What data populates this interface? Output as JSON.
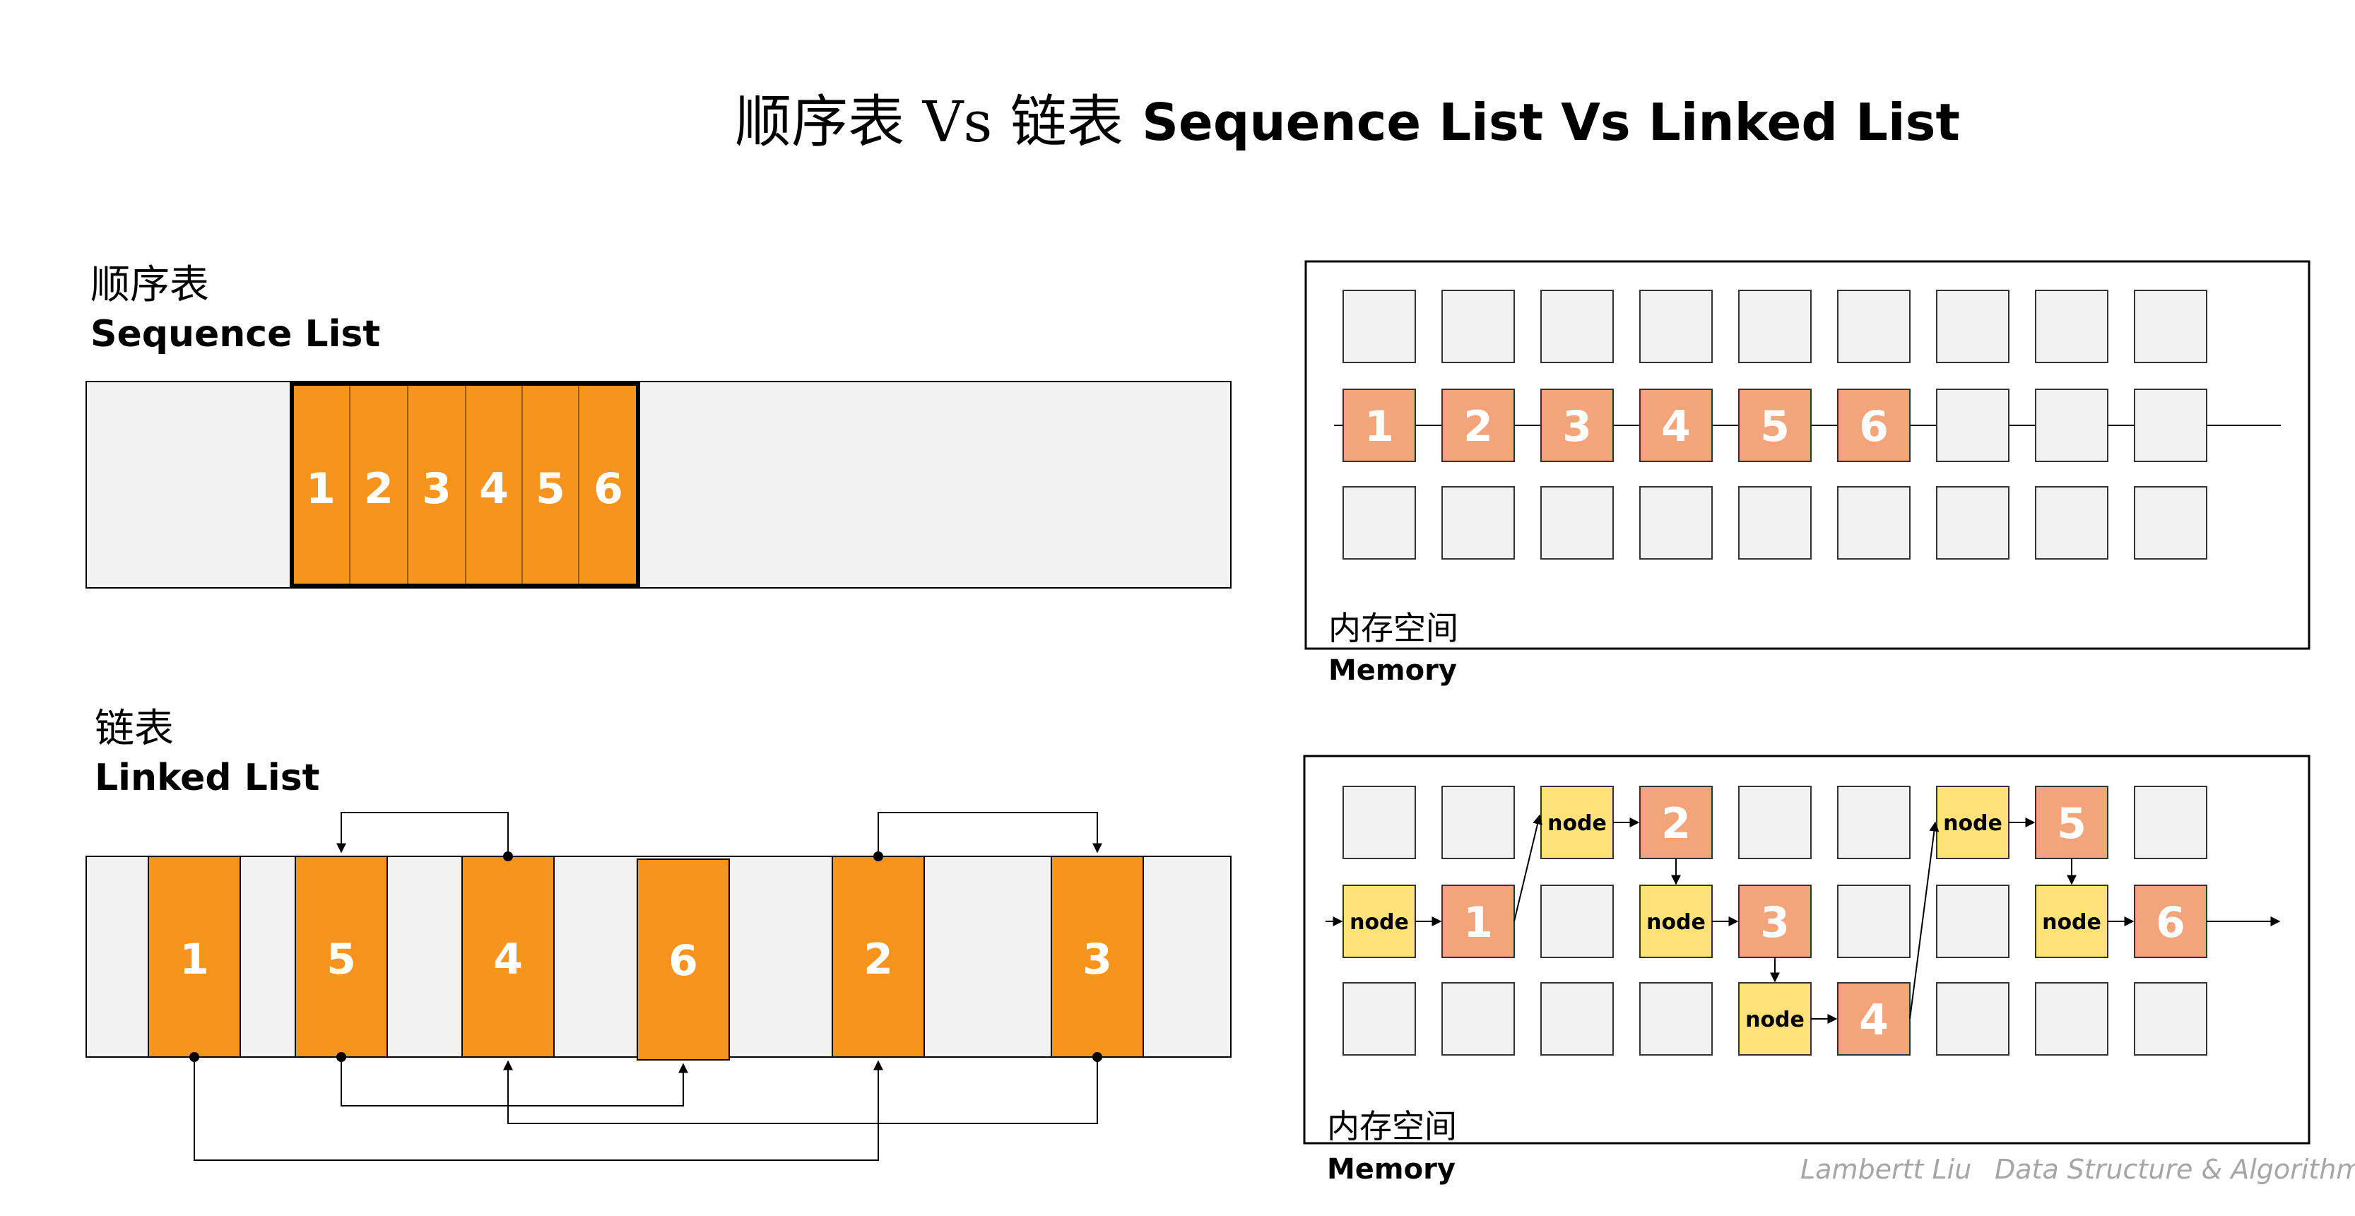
{
  "title": {
    "cn": "顺序表 Vs 链表",
    "en": "Sequence List Vs Linked List"
  },
  "sequence_section": {
    "label_cn": "顺序表",
    "label_en": "Sequence List",
    "cells": [
      "1",
      "2",
      "3",
      "4",
      "5",
      "6"
    ]
  },
  "linked_section": {
    "label_cn": "链表",
    "label_en": "Linked List",
    "blocks": [
      "1",
      "5",
      "4",
      "6",
      "2",
      "3"
    ]
  },
  "memory_sequence": {
    "label_cn": "内存空间",
    "label_en": "Memory",
    "filled_cells": [
      "1",
      "2",
      "3",
      "4",
      "5",
      "6"
    ]
  },
  "memory_linked": {
    "label_cn": "内存空间",
    "label_en": "Memory",
    "node_label": "node",
    "values": [
      "1",
      "2",
      "3",
      "4",
      "5",
      "6"
    ]
  },
  "footer": {
    "author": "Lambertt Liu",
    "topic": "Data Structure & Algorithm"
  },
  "colors": {
    "orange": "#F7941D",
    "salmon": "#F4A47A",
    "yellow": "#FFE17A",
    "gray_cell": "#F2F2F2",
    "border": "#000000",
    "footer_text": "#A6A6A6"
  }
}
